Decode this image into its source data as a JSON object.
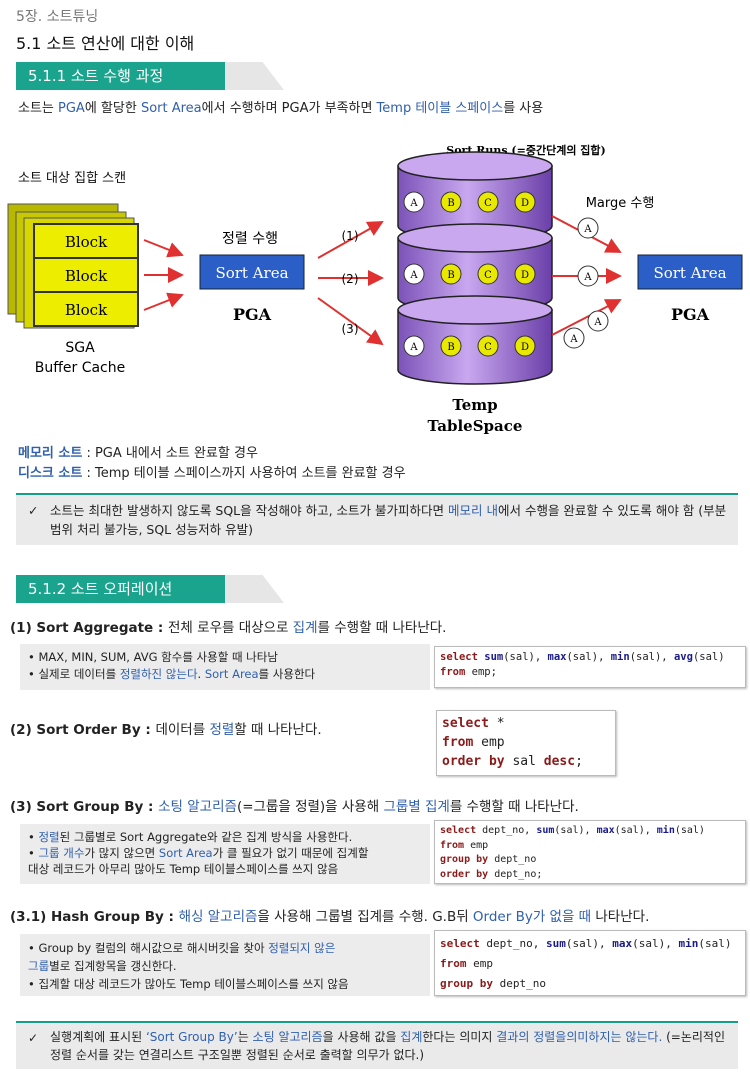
{
  "header": {
    "chapter": "5장. 소트튜닝",
    "subtitle": "5.1 소트 연산에 대한 이해"
  },
  "section1": {
    "title": "5.1.1 소트 수행 과정",
    "desc_a": "소트는 ",
    "desc_pga": "PGA",
    "desc_b": "에 할당한 ",
    "desc_sortarea": "Sort Area",
    "desc_c": "에서 수행하며 PGA가 부족하면 ",
    "desc_temp": "Temp 테이블 스페이스",
    "desc_d": "를 사용"
  },
  "diagram": {
    "scan_label": "소트 대상 집합 스캔",
    "blocks": [
      "Block",
      "Block",
      "Block"
    ],
    "sga_label": "SGA",
    "buffer_label": "Buffer Cache",
    "sort_label": "정렬 수행",
    "sort_area": "Sort Area",
    "pga": "PGA",
    "run_nums": [
      "(1)",
      "(2)",
      "(3)"
    ],
    "sort_runs_title": "Sort Runs (=중간단계의 집합)",
    "run_items": [
      "A",
      "B",
      "C",
      "D"
    ],
    "merge_label": "Marge 수행",
    "merge_item": "A",
    "temp_label_1": "Temp",
    "temp_label_2": "TableSpace",
    "sort_area_right": "Sort Area",
    "pga_right": "PGA"
  },
  "definitions": {
    "memory_term": "메모리 소트",
    "memory_desc": " : PGA 내에서 소트 완료할 경우",
    "disk_term": "디스크 소트",
    "disk_desc": " : Temp 테이블 스페이스까지 사용하여 소트를 완료할 경우"
  },
  "note1": {
    "check": "✓",
    "a": "소트는 최대한 발생하지 않도록 SQL을 작성해야 하고, 소트가 불가피하다면 ",
    "b": "메모리 내",
    "c": "에서 수행을 완료할 수 있도록 해야 함 (부분범위 처리 불가능, SQL 성능저하 유발)"
  },
  "section2": {
    "title": "5.1.2 소트 오퍼레이션"
  },
  "op1": {
    "head": "(1) Sort Aggregate : ",
    "rest_a": "전체 로우를 대상으로 ",
    "rest_b": "집계",
    "rest_c": "를 수행할 때 나타난다.",
    "bullet1": "• MAX, MIN, SUM, AVG 함수를 사용할 때 나타남",
    "bullet2_a": "• 실제로 데이터를 ",
    "bullet2_b": "정렬하진 않는다",
    "bullet2_c": ". ",
    "bullet2_d": "Sort Area",
    "bullet2_e": "를 사용한다",
    "code_l1_kw": "select",
    "code_l1_f1": "sum",
    "code_l1_a1": "(sal), ",
    "code_l1_f2": "max",
    "code_l1_a2": "(sal), ",
    "code_l1_f3": "min",
    "code_l1_a3": "(sal), ",
    "code_l1_f4": "avg",
    "code_l1_a4": "(sal)",
    "code_l2_kw": "from",
    "code_l2_rest": " emp;"
  },
  "op2": {
    "head": "(2) Sort Order By : ",
    "rest_a": "데이터를 ",
    "rest_b": "정렬",
    "rest_c": "할 때 나타난다.",
    "code_l1_kw": "select",
    "code_l1_rest": " *",
    "code_l2_kw": "from",
    "code_l2_rest": " emp",
    "code_l3_kw": "order by",
    "code_l3_rest": " sal ",
    "code_l3_kw2": "desc",
    "code_l3_end": ";"
  },
  "op3": {
    "head": "(3) Sort Group By : ",
    "rest_a": "소팅 알고리즘",
    "rest_b": "(=그룹을 정렬)을 사용해 ",
    "rest_c": "그룹별 집계",
    "rest_d": "를 수행할 때 나타난다.",
    "b1_a": "• ",
    "b1_b": "정렬",
    "b1_c": "된 그룹별로 Sort Aggregate와 같은 집계 방식을 사용한다.",
    "b2_a": "• ",
    "b2_b": "그룹 개수",
    "b2_c": "가 많지 않으면 ",
    "b2_d": "Sort Area",
    "b2_e": "가 클 필요가 없기 때문에 집계할",
    "b3": "대상 레코드가 아무리 많아도 Temp 테이블스페이스를 쓰지 않음",
    "code_l1_kw": "select",
    "code_l1_a": " dept_no, ",
    "code_l1_f1": "sum",
    "code_l1_a1": "(sal), ",
    "code_l1_f2": "max",
    "code_l1_a2": "(sal), ",
    "code_l1_f3": "min",
    "code_l1_a3": "(sal)",
    "code_l2_kw": "from",
    "code_l2_rest": " emp",
    "code_l3_kw": "group by",
    "code_l3_rest": " dept_no",
    "code_l4_kw": "order by",
    "code_l4_rest": " dept_no;"
  },
  "op31": {
    "head": "(3.1) Hash Group By : ",
    "rest_a": "해싱 알고리즘",
    "rest_b": "을 사용해 그룹별 집계를 수행. G.B뒤 ",
    "rest_c": "Order By가 없을 때",
    "rest_d": " 나타난다.",
    "b1_a": "• Group by 컬럼의 해시값으로 해시버킷을 찾아 ",
    "b1_b": "정렬되지 않은",
    "b2_a": "그룹",
    "b2_b": "별로 집계항목을 갱신한다.",
    "b3": "• 집계할 대상 레코드가  많아도 Temp 테이블스페이스를 쓰지 않음",
    "code_l1_kw": "select",
    "code_l1_a": " dept_no, ",
    "code_l1_f1": "sum",
    "code_l1_a1": "(sal), ",
    "code_l1_f2": "max",
    "code_l1_a2": "(sal), ",
    "code_l1_f3": "min",
    "code_l1_a3": "(sal)",
    "code_l2_kw": "from",
    "code_l2_rest": " emp",
    "code_l3_kw": "group by",
    "code_l3_rest": " dept_no"
  },
  "note2": {
    "check": "✓",
    "a": "실행계획에 표시된 ",
    "b": "‘Sort Group By’",
    "c": "는 ",
    "d": "소팅 알고리즘",
    "e": "을 사용해 값을 ",
    "f": "집계",
    "g": "한다는 의미지 ",
    "h": "결과의 정렬을",
    "i": "의미하지는 않는다.",
    "j": " (=논리적인 정렬 순서를 갖는 연결리스트 구조일뿐 정렬된 순서로 출력할 의무가 없다.)"
  },
  "colors": {
    "accent_teal": "#1aa38d",
    "keyword_blue": "#2f5fae",
    "block_yellow": "#e8e800",
    "sort_area_blue": "#2b5fc7",
    "cylinder_purple": "#b38de0"
  }
}
